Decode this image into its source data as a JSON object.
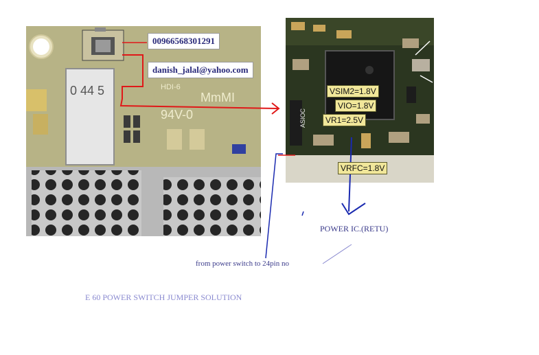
{
  "contacts": {
    "phone": "00966568301291",
    "email": "danish_jalal@yahoo.com"
  },
  "board_markings": {
    "hdi": "HDI-6",
    "mmmi": "MmMI",
    "rating": "94V-0",
    "chip_code": "0 44 5"
  },
  "voltage_labels": {
    "vsim2": "VSIM2=1.8V",
    "vio": "VIO=1.8V",
    "vr1": "VR1=2.5V",
    "vrfc": "VRFC=1.8V",
    "chip_side": "ASIOC"
  },
  "annotations": {
    "power_ic": "POWER IC.(RETU)",
    "jumper_note": "from power switch to 24pin no",
    "title": "E 60 POWER SWITCH JUMPER SOLUTION"
  },
  "colors": {
    "annotation_line_red": "#e01818",
    "annotation_line_blue": "#1a2ab0",
    "label_text": "#2a2a7a",
    "voltage_label_bg": "#f1e79a"
  }
}
